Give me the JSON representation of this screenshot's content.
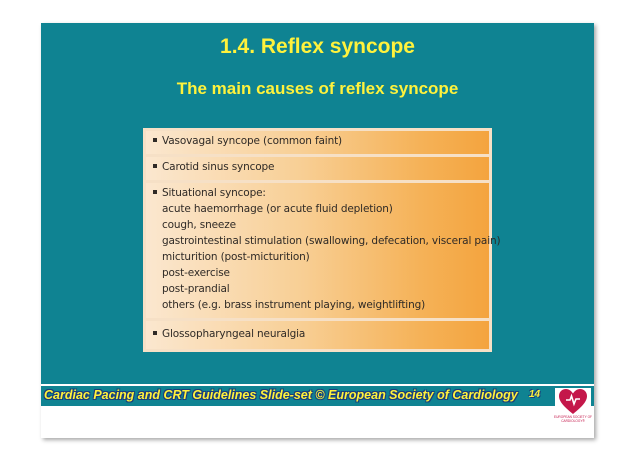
{
  "slide": {
    "title": "1.4. Reflex syncope",
    "subtitle": "The main causes of reflex syncope"
  },
  "table": {
    "rows": [
      {
        "lines": [
          "Vasovagal syncope (common faint)"
        ]
      },
      {
        "lines": [
          "Carotid sinus syncope"
        ]
      },
      {
        "lines": [
          "Situational syncope:",
          "acute haemorrhage (or acute fluid depletion)",
          "cough, sneeze",
          "gastrointestinal stimulation (swallowing, defecation, visceral pain)",
          "micturition (post-micturition)",
          "post-exercise",
          "post-prandial",
          "others (e.g. brass instrument playing, weightlifting)"
        ]
      },
      {
        "lines": [
          "Glossopharyngeal neuralgia"
        ]
      }
    ]
  },
  "footer": {
    "text": "Cardiac Pacing and CRT Guidelines Slide-set © European Society of Cardiology",
    "page_number": "14"
  },
  "logo": {
    "caption": "EUROPEAN SOCIETY OF CARDIOLOGY®",
    "icon": "heart-logo-icon"
  },
  "colors": {
    "background": "#0f8392",
    "title_text": "#fff23c",
    "table_light": "#fbe7cf",
    "table_dark": "#f4a43e",
    "logo_red": "#c4174a"
  }
}
